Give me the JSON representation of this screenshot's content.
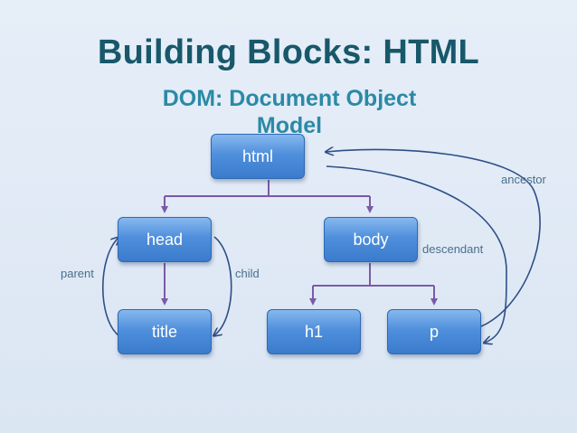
{
  "slide": {
    "title": "Building Blocks: HTML",
    "subtitle": "DOM: Document Object Model"
  },
  "nodes": {
    "html": "html",
    "head": "head",
    "body": "body",
    "title": "title",
    "h1": "h1",
    "p": "p"
  },
  "relations": {
    "parent": "parent",
    "child": "child",
    "descendant": "descendant",
    "ancestor": "ancestor"
  },
  "colors": {
    "title": "#17586a",
    "subtitle": "#2a8aa6",
    "connector": "#7b5aa6",
    "arrow": "#2e4f86",
    "node_fill": "#4f8fdc"
  }
}
